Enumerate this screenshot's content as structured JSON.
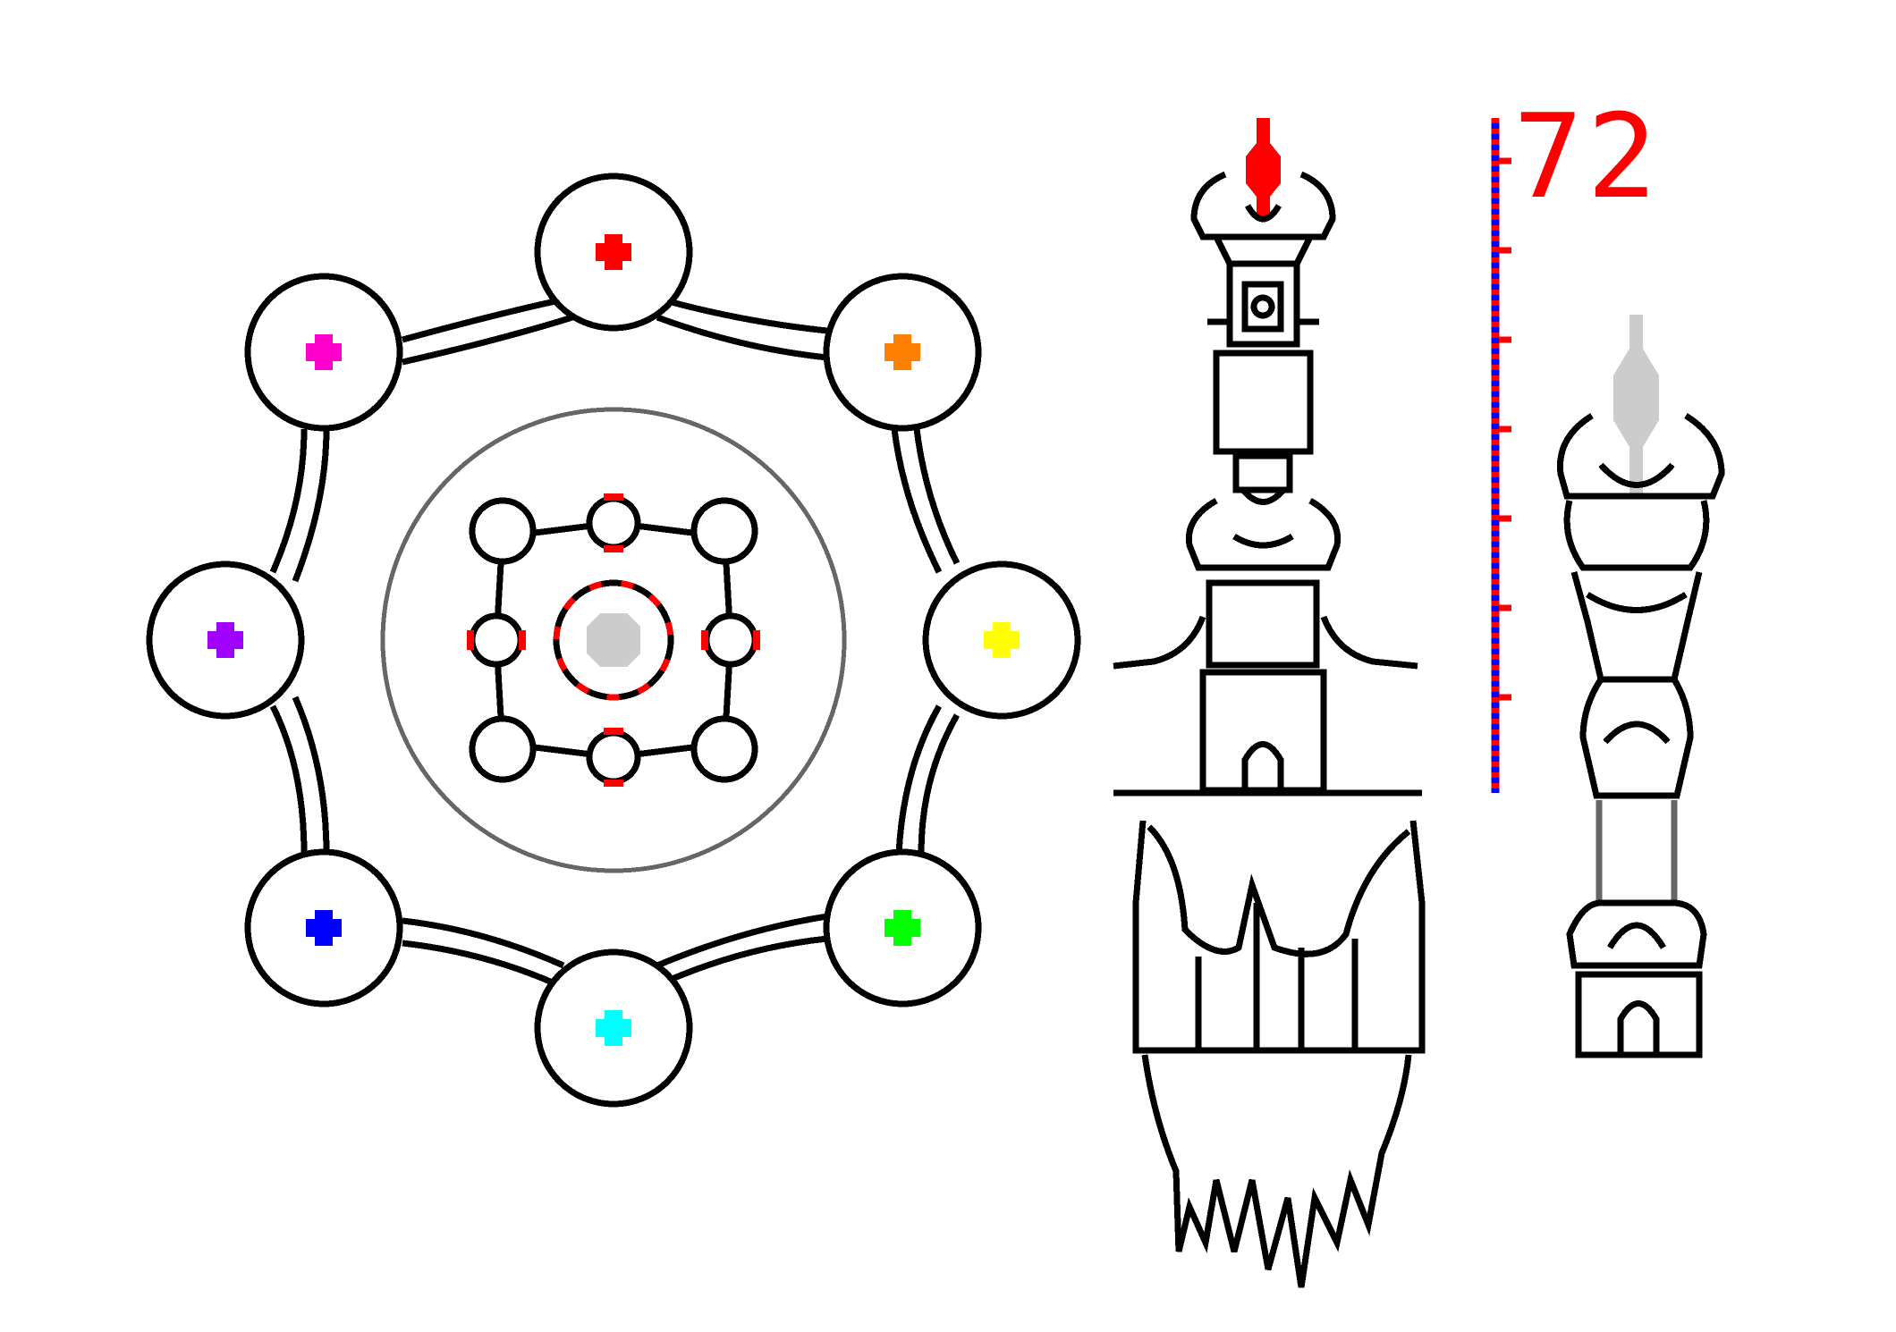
{
  "hud": {
    "counter_value": "72"
  },
  "ring_gems": [
    {
      "id": "top",
      "icon": "cross-gem-icon",
      "color": "#ff0000"
    },
    {
      "id": "top-right",
      "icon": "cross-gem-icon",
      "color": "#ff8000"
    },
    {
      "id": "right",
      "icon": "cross-gem-icon",
      "color": "#ffff00"
    },
    {
      "id": "bottom-right",
      "icon": "cross-gem-icon",
      "color": "#00ff00"
    },
    {
      "id": "bottom",
      "icon": "cross-gem-icon",
      "color": "#00ffff"
    },
    {
      "id": "bottom-left",
      "icon": "cross-gem-icon",
      "color": "#0000ff"
    },
    {
      "id": "left",
      "icon": "cross-gem-icon",
      "color": "#a000ff"
    },
    {
      "id": "top-left",
      "icon": "cross-gem-icon",
      "color": "#ff00cc"
    }
  ],
  "center_gem": {
    "icon": "center-gem-icon",
    "color": "#cccccc"
  },
  "colors": {
    "outline": "#000000",
    "inner_ring": "#666666",
    "accent_red": "#ff0000",
    "meter_blue": "#0000ff",
    "spire_tip_red": "#ff0000",
    "spire_tip_gray": "#cccccc",
    "background": "#ffffff"
  },
  "progress_meter": {
    "icon": "progress-meter-icon",
    "ticks": 7
  }
}
